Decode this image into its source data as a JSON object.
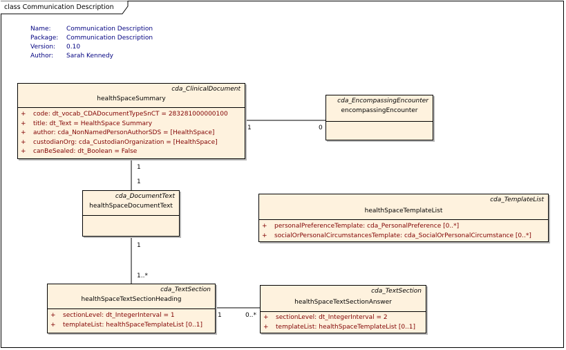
{
  "frame": {
    "title": "class Communication Description"
  },
  "meta": {
    "rows": [
      {
        "label": "Name:",
        "value": "Communication Description"
      },
      {
        "label": "Package:",
        "value": "Communication Description"
      },
      {
        "label": "Version:",
        "value": "0.10"
      },
      {
        "label": "Author:",
        "value": "Sarah Kennedy"
      }
    ]
  },
  "classes": {
    "summary": {
      "stereotype": "cda_ClinicalDocument",
      "name": "healthSpaceSummary",
      "attributes": [
        {
          "vis": "+",
          "text": "code:  dt_vocab_CDADocumentTypeSnCT = 283281000000100"
        },
        {
          "vis": "+",
          "text": "title:  dt_Text = HealthSpace Summary"
        },
        {
          "vis": "+",
          "text": "author:  cda_NonNamedPersonAuthorSDS = [HealthSpace]"
        },
        {
          "vis": "+",
          "text": "custodianOrg:  cda_CustodianOrganization = [HealthSpace]"
        },
        {
          "vis": "+",
          "text": "canBeSealed:  dt_Boolean = False"
        }
      ]
    },
    "encounter": {
      "stereotype": "cda_EncompassingEncounter",
      "name": "encompassingEncounter"
    },
    "doctext": {
      "stereotype": "cda_DocumentText",
      "name": "healthSpaceDocumentText"
    },
    "templatelist": {
      "stereotype": "cda_TemplateList",
      "name": "healthSpaceTemplateList",
      "attributes": [
        {
          "vis": "+",
          "text": "personalPreferenceTemplate:  cda_PersonalPreference [0..*]"
        },
        {
          "vis": "+",
          "text": "socialOrPersonalCircumstancesTemplate:  cda_SocialOrPersonalCircumstance [0..*]"
        }
      ]
    },
    "heading": {
      "stereotype": "cda_TextSection",
      "name": "healthSpaceTextSectionHeading",
      "attributes": [
        {
          "vis": "+",
          "text": "sectionLevel:  dt_IntegerInterval = 1"
        },
        {
          "vis": "+",
          "text": "templateList:  healthSpaceTemplateList [0..1]"
        }
      ]
    },
    "answer": {
      "stereotype": "cda_TextSection",
      "name": "healthSpaceTextSectionAnswer",
      "attributes": [
        {
          "vis": "+",
          "text": "sectionLevel:  dt_IntegerInterval = 2"
        },
        {
          "vis": "+",
          "text": "templateList:  healthSpaceTemplateList [0..1]"
        }
      ]
    }
  },
  "multiplicities": {
    "summary_encounter_source": "1",
    "summary_encounter_target": "0",
    "summary_doctext_source": "1",
    "summary_doctext_target": "1",
    "doctext_heading_source": "1",
    "doctext_heading_target": "1..*",
    "heading_answer_source": "1",
    "heading_answer_target": "0..*"
  }
}
